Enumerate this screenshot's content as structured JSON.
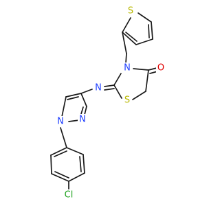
{
  "molecule": {
    "atoms": [
      {
        "id": "S1",
        "label": "S",
        "color": "#b8b800"
      },
      {
        "id": "O1",
        "label": "O",
        "color": "#e00000"
      },
      {
        "id": "N3",
        "label": "N",
        "color": "#1f3fff"
      },
      {
        "id": "S2",
        "label": "S",
        "color": "#b8b800"
      },
      {
        "id": "Nim",
        "label": "N",
        "color": "#1f3fff"
      },
      {
        "id": "Np1",
        "label": "N",
        "color": "#1f3fff"
      },
      {
        "id": "Np2",
        "label": "N",
        "color": "#1f3fff"
      },
      {
        "id": "Cl",
        "label": "Cl",
        "color": "#1aa01a"
      }
    ]
  }
}
